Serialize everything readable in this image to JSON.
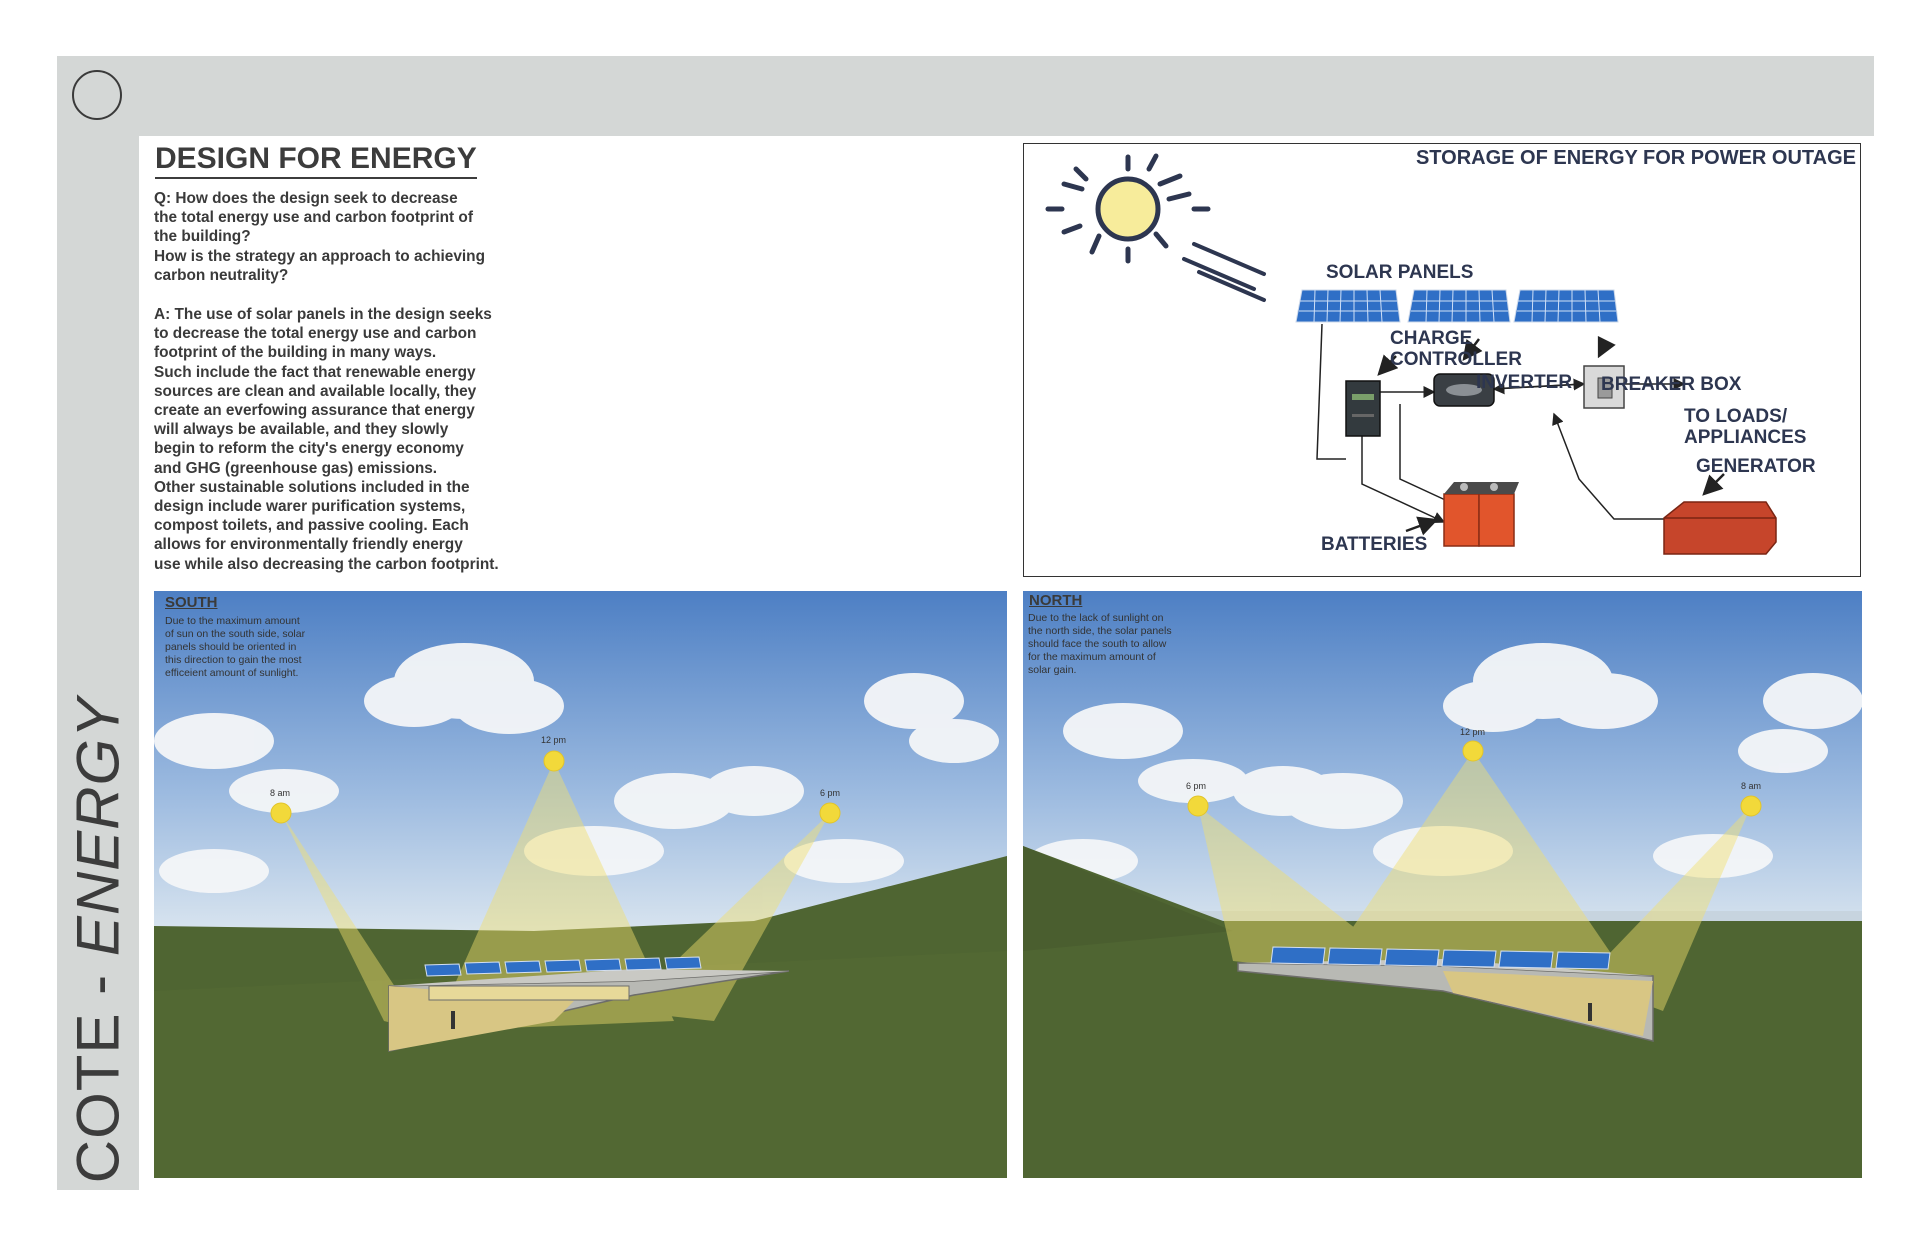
{
  "sidebar": {
    "title_part1": "COTE - ",
    "title_part2": "ENERGY"
  },
  "heading": "DESIGN FOR ENERGY",
  "question_text": "Q: How does the design seek to decrease\nthe total energy use and carbon footprint of\nthe building?\nHow is the strategy an approach to achieving\ncarbon neutrality?",
  "answer_text": "A: The use of solar panels in the design seeks\nto decrease the total energy use and carbon\nfootprint of the building in many ways.\nSuch include the fact that renewable energy\nsources are clean and available locally, they\ncreate an everfowing assurance that energy\nwill always be available, and they slowly\nbegin to reform the city's energy economy\nand GHG (greenhouse gas) emissions.\nOther sustainable solutions included in the\ndesign include warer purification systems,\ncompost toilets, and passive cooling. Each\nallows for environmentally friendly energy\nuse while also decreasing the carbon footprint.",
  "diagram": {
    "title": "STORAGE OF ENERGY FOR POWER OUTAGE",
    "solar_panels": "SOLAR PANELS",
    "charge_controller_1": "CHARGE",
    "charge_controller_2": "CONTROLLER",
    "inverter": "INVERTER",
    "breaker_box": "BREAKER BOX",
    "loads_1": "TO LOADS/",
    "loads_2": "APPLIANCES",
    "generator": "GENERATOR",
    "batteries": "BATTERIES",
    "colors": {
      "ink": "#2d3650",
      "sun": "#f7ec9b",
      "panel": "#2f6fc6",
      "battery": "#e1552c",
      "generator": "#c6452b"
    }
  },
  "south": {
    "title": "SOUTH",
    "description": "Due to the maximum amount\nof sun on the south side, solar\npanels should be oriented in\nthis direction to gain the most\nefficeient amount of sunlight.",
    "times": [
      "8 am",
      "12 pm",
      "6 pm"
    ]
  },
  "north": {
    "title": "NORTH",
    "description": "Due to the lack of sunlight on\nthe north side, the solar panels\nshould face the south to allow\nfor the maximum amount of\nsolar gain.",
    "times": [
      "6 pm",
      "12 pm",
      "8 am"
    ]
  }
}
